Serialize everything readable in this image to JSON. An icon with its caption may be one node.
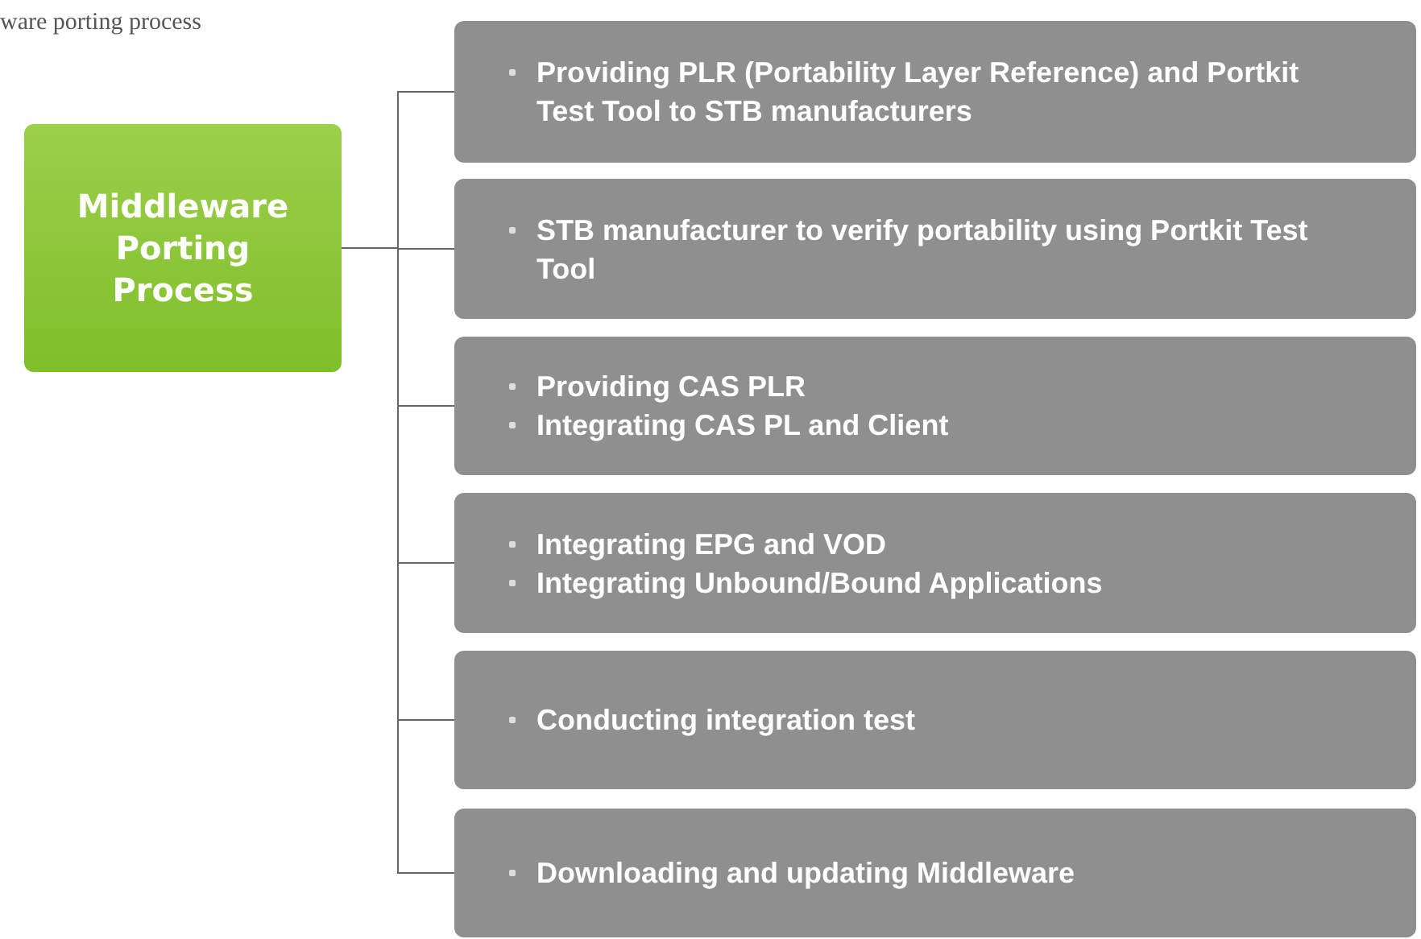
{
  "diagram": {
    "title": "ware porting process",
    "nodes": [
      {
        "text": [
          "Middleware Porting Process"
        ]
      },
      {
        "text": [
          "Providing PLR (Portability Layer Reference) and Portkit Test Tool to STB manufacturers"
        ]
      },
      {
        "text": [
          "STB manufacturer to verify portability using Portkit Test Tool"
        ]
      },
      {
        "text": [
          "Providing CAS PLR",
          "Integrating CAS PL and Client"
        ]
      },
      {
        "text": [
          "Integrating EPG and VOD",
          "Integrating Unbound/Bound Applications"
        ]
      },
      {
        "text": [
          "Conducting integration test"
        ]
      },
      {
        "text": [
          "Downloading and updating Middleware"
        ]
      }
    ],
    "edges": [
      {
        "from": 0,
        "to": 1,
        "arrow": "none"
      },
      {
        "from": 0,
        "to": 2,
        "arrow": "none"
      },
      {
        "from": 0,
        "to": 3,
        "arrow": "none"
      },
      {
        "from": 0,
        "to": 4,
        "arrow": "none"
      },
      {
        "from": 0,
        "to": 5,
        "arrow": "none"
      },
      {
        "from": 0,
        "to": 6,
        "arrow": "none"
      }
    ]
  }
}
